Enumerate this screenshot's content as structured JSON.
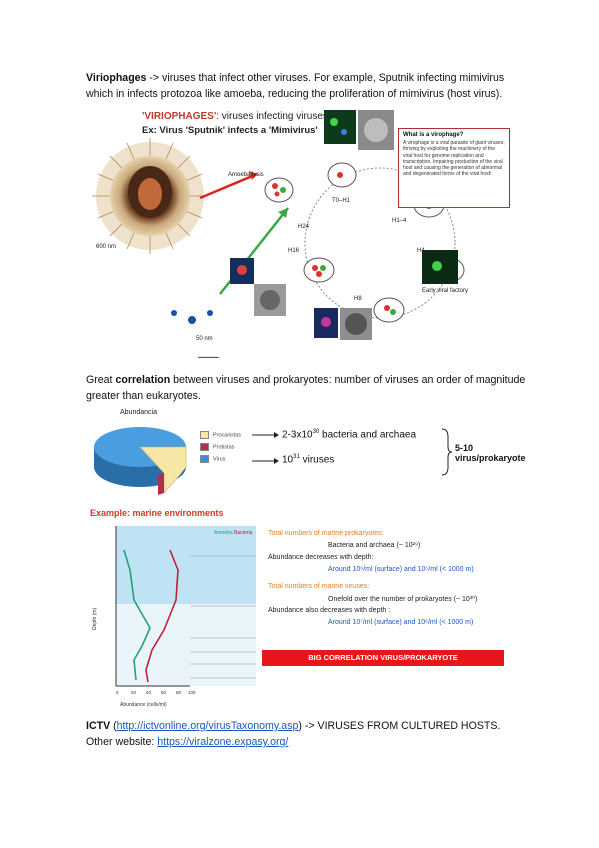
{
  "para1": {
    "bold": "Viriophages",
    "text": " -> viruses that infect other viruses. For example, Sputnik infecting mimivirus which in infects protozoa like amoeba, reducing the proliferation of mimivirus (host virus)."
  },
  "figure1": {
    "title_red": "'VIRIOPHAGES'",
    "title_rest": ": viruses infecting viruses",
    "subtitle": "Ex: Virus 'Sputnik' infects a 'Mimivirus'",
    "scale_mimi": "600 nm",
    "scale_sput": "50 nm",
    "amoeba": "Amoeba lysis",
    "stages": [
      "T0–H1",
      "H1–4",
      "H4",
      "H8",
      "H16",
      "H24"
    ],
    "early_factory": "Early viral factory",
    "box_title": "What is a virophage?",
    "box_text": "A virophage is a viral parasite of giant viruses, thriving by exploiting the machinery of the viral host for genome replication and transcription. Impairing production of the viral host and causing the generation of abnormal and degenerated forms of the viral host!"
  },
  "para2": {
    "pre": "Great ",
    "bold": "correlation",
    "text": " between viruses and prokaryotes: number of viruses an order of magnitude greater than eukaryotes."
  },
  "figure2": {
    "pie_label": "Abundancia",
    "legend": [
      {
        "label": "Procariotas",
        "color": "#f6e7a6"
      },
      {
        "label": "Protistas",
        "color": "#b0304a"
      },
      {
        "label": "Virus",
        "color": "#3d8fd6"
      }
    ],
    "bacteria_text_a": "2-3x10",
    "bacteria_exp": "30",
    "bacteria_text_b": " bacteria and archaea",
    "virus_text_a": "10",
    "virus_exp": "31",
    "virus_text_b": " viruses",
    "ratio": "5-10 virus/prokaryote"
  },
  "figure3": {
    "title": "Example: marine environments",
    "col_amoeba": "Amoeba",
    "col_bacteria": "Bacteria",
    "depth_label": "Depth (m)",
    "x_label": "Abundance (cells/ml)",
    "x_ticks": [
      "0",
      "20",
      "40",
      "60",
      "80",
      "100"
    ],
    "line1": "Total numbers of marine prokaryotes:",
    "line2": "Bacteria and archaea (~ 10²⁹)",
    "line3": "Abundance decreases with depth:",
    "line4": "Around 10⁶/ml (surface) and 10⁵/ml (< 1000 m)",
    "line5": "Total numbers of marine viruses:",
    "line6": "Onefold over the number of prokaryotes (~ 10³⁰)",
    "line7": "Abundance also decreases with depth :",
    "line8": "Around 10⁷/ml (surface) and 10⁶/ml (< 1000 m)",
    "banner": "BIG CORRELATION VIRUS/PROKARYOTE"
  },
  "para3": {
    "bold": "ICTV",
    "pre": "  (",
    "link1": "http://ictvonline.org/virusTaxonomy.asp",
    "mid": ") -> VIRUSES FROM CULTURED HOSTS. Other website: ",
    "link2": "https://viralzone.expasy.org/"
  }
}
